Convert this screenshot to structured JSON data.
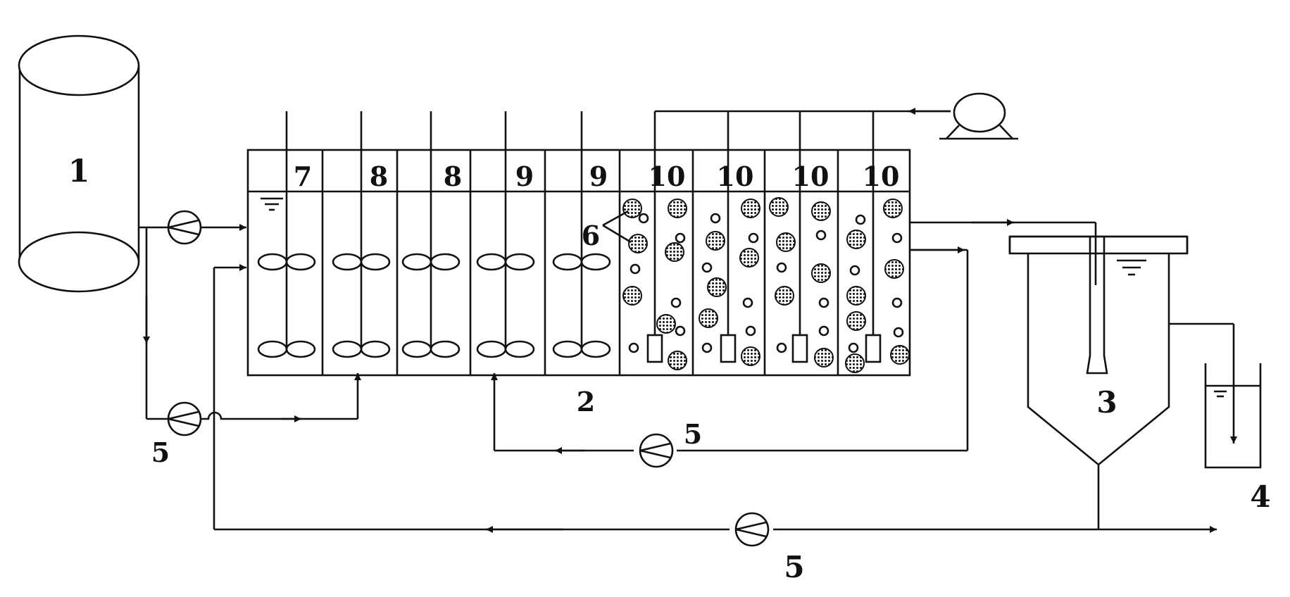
{
  "labels": {
    "tank": "1",
    "reactor": "2",
    "settler": "3",
    "effluent": "4",
    "pump_left": "5",
    "pump_middle": "5",
    "pump_bottom": "5",
    "carrier": "6",
    "compartment_1": "7",
    "compartment_2": "8",
    "compartment_3": "8",
    "compartment_4": "9",
    "compartment_5": "9",
    "compartment_6": "10",
    "compartment_7": "10",
    "compartment_8": "10",
    "compartment_9": "10"
  },
  "icons": {
    "pump": "pump-icon",
    "blower": "blower-icon",
    "stirrer": "stirrer-icon",
    "diffuser": "diffuser-icon",
    "water_level": "water-level-icon"
  },
  "colors": {
    "line": "#111111",
    "background": "#ffffff"
  }
}
